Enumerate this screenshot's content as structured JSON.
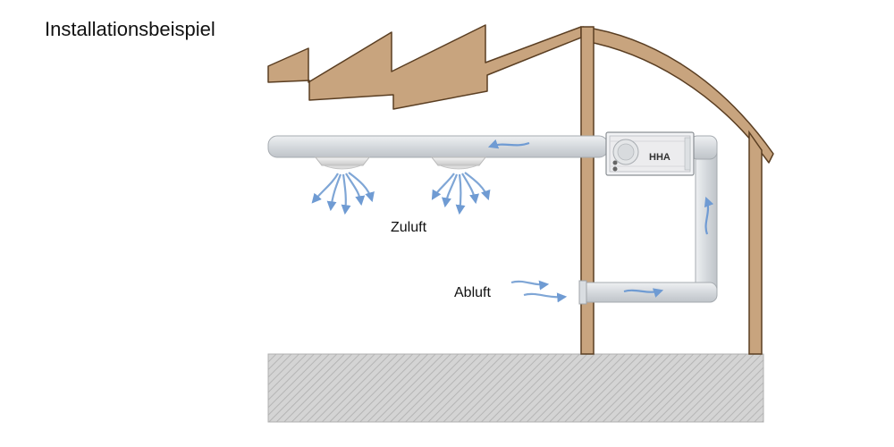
{
  "title": "Installationsbeispiel",
  "labels": {
    "supply_air": "Zuluft",
    "exhaust_air": "Abluft",
    "unit": "HHA"
  },
  "colors": {
    "wood": "#c8a47e",
    "wood_stroke": "#5a3e22",
    "duct": "#d9dde1",
    "duct_stroke": "#a6abb0",
    "air_arrow": "#7fa6d6",
    "floor": "#d2d2d2"
  }
}
